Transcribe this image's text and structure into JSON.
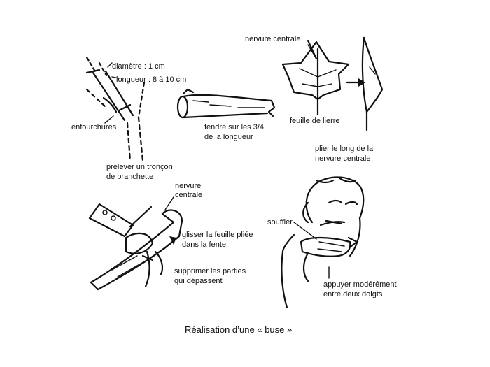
{
  "caption": "Réalisation d’une « buse »",
  "step1": {
    "diameter": "diamètre : 1 cm",
    "length": "longueur : 8 à 10 cm",
    "forks": "enfourchures",
    "take_line1": "prélever un tronçon",
    "take_line2": "de branchette"
  },
  "step2": {
    "split_line1": "fendre sur les 3/4",
    "split_line2": "de la longueur"
  },
  "step3": {
    "midrib": "nervure centrale",
    "ivy_leaf": "feuille de lierre",
    "fold_line1": "plier le long de la",
    "fold_line2": "nervure centrale"
  },
  "step4": {
    "midrib_line1": "nervure",
    "midrib_line2": "centrale",
    "slide_line1": "glisser la feuille pliée",
    "slide_line2": "dans la fente",
    "trim_line1": "supprimer les parties",
    "trim_line2": "qui dépassent"
  },
  "step5": {
    "blow": "souffler",
    "press_line1": "appuyer modérément",
    "press_line2": "entre deux doigts"
  }
}
